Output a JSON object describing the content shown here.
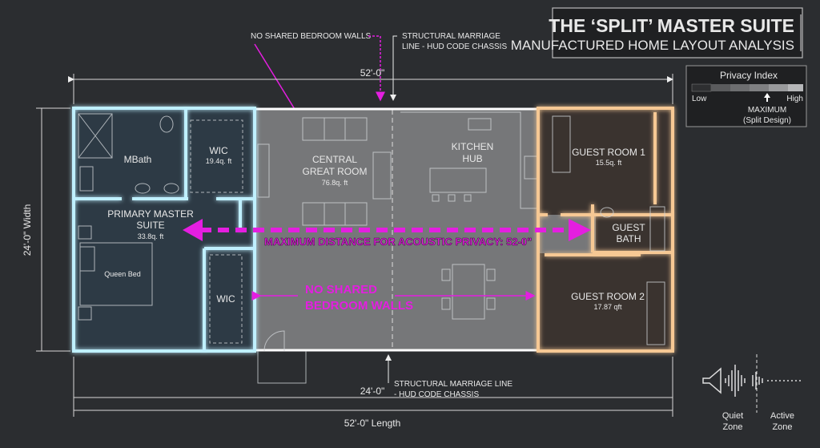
{
  "title": {
    "main": "THE ‘SPLIT’ MASTER SUITE",
    "subtitle": "MANUFACTURED HOME LAYOUT ANALYSIS"
  },
  "privacy_index": {
    "title": "Privacy Index",
    "low": "Low",
    "high": "High",
    "marker": "MAXIMUM",
    "marker_note": "(Split Design)",
    "level": 0.8
  },
  "callouts": {
    "no_shared_top": "NO SHARED BEDROOM WALLS",
    "marriage_top_1": "STRUCTURAL MARRIAGE",
    "marriage_top_2": "LINE - HUD CODE CHASSIS",
    "marriage_bottom_1": "STRUCTURAL MARRIAGE LINE",
    "marriage_bottom_2": "- HUD CODE CHASSIS",
    "acoustic": "MAXIMUM DISTANCE FOR ACOUSTIC PRIVACY: 52-0\"",
    "no_shared_1": "NO SHARED",
    "no_shared_2": "BEDROOM WALLS"
  },
  "dimensions": {
    "top": "52'-0\"",
    "left": "24'-0\" Width",
    "bottom_half": "24'-0\"",
    "bottom": "52'-0\" Length"
  },
  "rooms": {
    "mbath": {
      "name": "MBath"
    },
    "wic1": {
      "name": "WIC",
      "area": "19.4q. ft"
    },
    "master": {
      "name1": "PRIMARY MASTER",
      "name2": "SUITE",
      "area": "33.8q. ft"
    },
    "bed": {
      "name": "Queen Bed"
    },
    "wic2": {
      "name": "WIC"
    },
    "great": {
      "name1": "CENTRAL",
      "name2": "GREAT ROOM",
      "area": "76.8q. ft"
    },
    "kitchen": {
      "name1": "KITCHEN",
      "name2": "HUB"
    },
    "guest1": {
      "name": "GUEST ROOM 1",
      "area": "15.5q. ft"
    },
    "guest_bath": {
      "name1": "GUEST",
      "name2": "BATH"
    },
    "guest2": {
      "name": "GUEST ROOM 2",
      "area": "17.87 qft"
    }
  },
  "legend": {
    "quiet_1": "Quiet",
    "quiet_2": "Zone",
    "active_1": "Active",
    "active_2": "Zone"
  },
  "colors": {
    "master": "#9ee6ff",
    "guest": "#f0b070",
    "accent": "#e41ee0",
    "background": "#2b2d30"
  }
}
